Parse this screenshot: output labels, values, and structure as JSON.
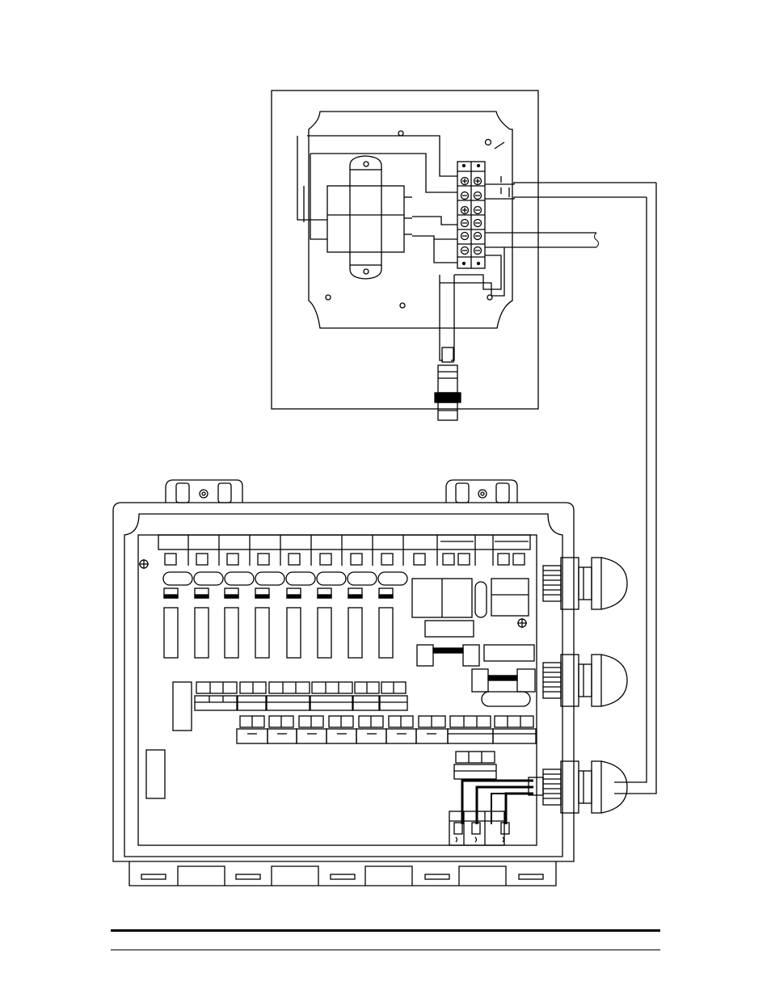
{
  "page": {
    "background": "#ffffff",
    "ink": "#000000"
  },
  "diagram": {
    "terminal_rows": 6,
    "output_channels": 8,
    "cable_glands": 3,
    "bottom_connector_terminals": 3
  }
}
